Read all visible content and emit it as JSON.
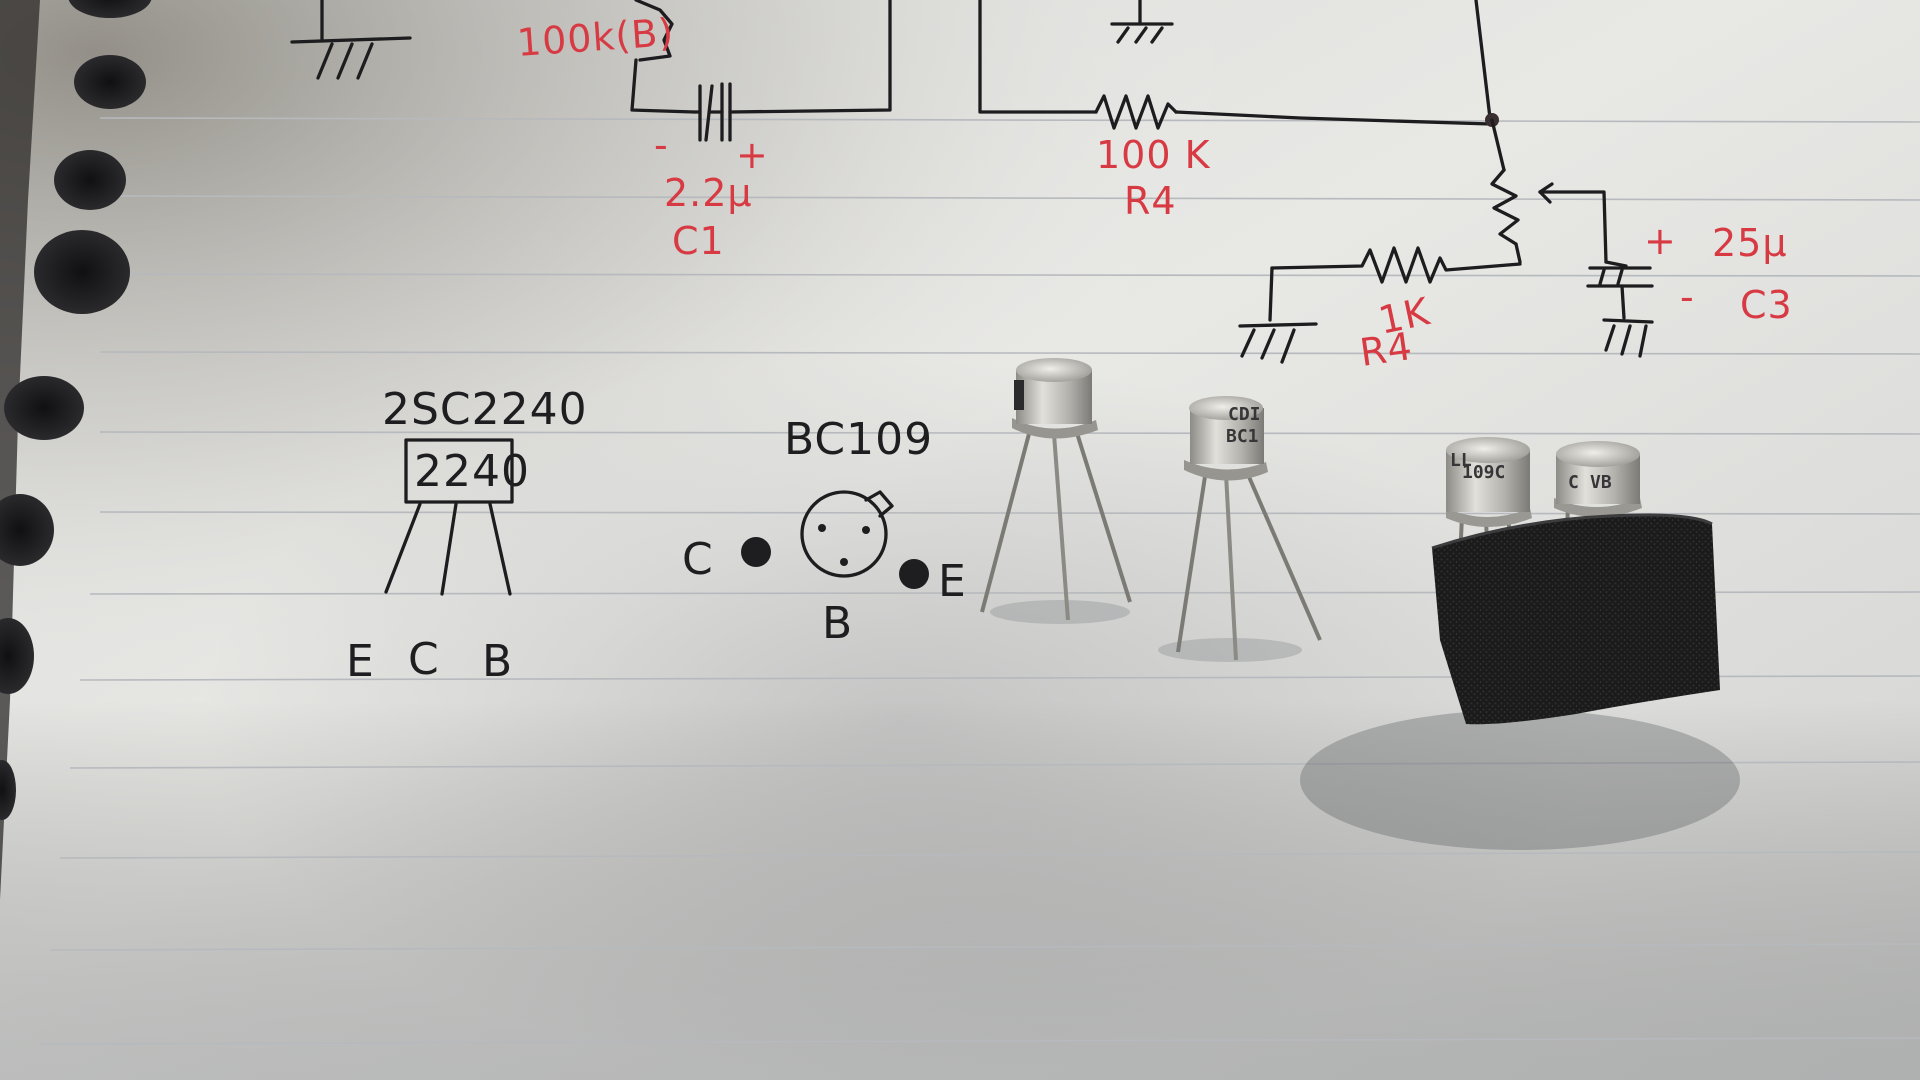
{
  "schematic": {
    "label_r_pot": "100k(B)",
    "label_c1_value": "2.2μ",
    "label_c1_name": "C1",
    "label_r4_value": "100 K",
    "label_r4_name": "R4",
    "label_1k_value": "1K",
    "label_1k_name": "R4",
    "label_c3_value": "25μ",
    "label_c3_name": "C3",
    "pol_plus_c1": "+",
    "pol_minus_c1": "-",
    "pol_plus_c3": "+",
    "pol_minus_c3": "-"
  },
  "pinouts": {
    "part_a_title": "2SC2240",
    "part_a_marking": "2240",
    "part_a_pins": [
      "E",
      "C",
      "B"
    ],
    "part_b_title": "BC109",
    "part_b_pin_c": "C",
    "part_b_pin_e": "E",
    "part_b_pin_b": "B"
  },
  "components": {
    "transistor_2_marking_line1": "CDI",
    "transistor_2_marking_line2": "BC1",
    "transistor_3_marking": "109C",
    "transistor_3_marking_top": "LL",
    "transistor_4_marking": "VB",
    "transistor_4_marking_side": "C"
  },
  "colors": {
    "paper": "#e6e6e3",
    "ink_black": "#1d1d1f",
    "ink_red": "#d83a43",
    "ruled_line": "#b9bcbf",
    "foam": "#1e1e1f",
    "metal_can": "#b8b6b0"
  }
}
